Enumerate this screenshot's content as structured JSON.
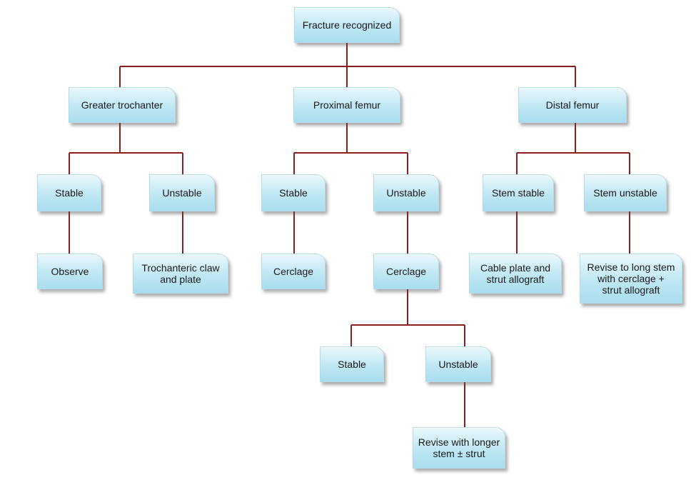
{
  "nodes": {
    "root": "Fracture recognized",
    "greater_trochanter": "Greater trochanter",
    "proximal_femur": "Proximal femur",
    "distal_femur": "Distal femur",
    "gt_stable": "Stable",
    "gt_unstable": "Unstable",
    "pf_stable": "Stable",
    "pf_unstable": "Unstable",
    "df_stem_stable": "Stem stable",
    "df_stem_unstable": "Stem unstable",
    "gt_observe": "Observe",
    "gt_trochanteric": "Trochanteric claw\nand plate",
    "pf_cerclage_1": "Cerclage",
    "pf_cerclage_2": "Cerclage",
    "df_cable_plate": "Cable plate and\nstrut allograft",
    "df_revise_long": "Revise to long stem\nwith cerclage +\nstrut allograft",
    "c_stable": "Stable",
    "c_unstable": "Unstable",
    "c_revise": "Revise with longer\nstem ± strut"
  },
  "colors": {
    "connector": "#8b1f1f",
    "box_top": "#eaf8fc",
    "box_bottom": "#a9ddef"
  }
}
